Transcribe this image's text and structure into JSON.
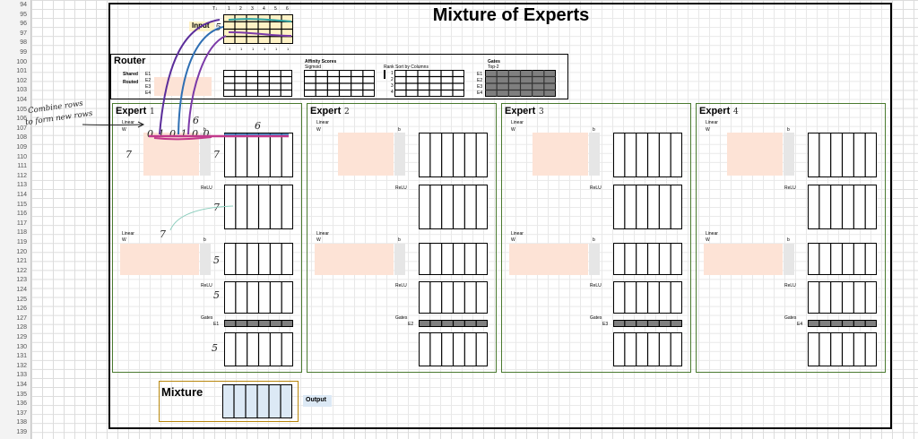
{
  "row_numbers": [
    "94",
    "95",
    "96",
    "97",
    "98",
    "99",
    "100",
    "101",
    "102",
    "103",
    "104",
    "105",
    "106",
    "107",
    "108",
    "109",
    "110",
    "111",
    "112",
    "113",
    "114",
    "115",
    "116",
    "117",
    "118",
    "119",
    "120",
    "121",
    "122",
    "123",
    "124",
    "125",
    "126",
    "127",
    "128",
    "129",
    "130",
    "131",
    "132",
    "133",
    "134",
    "135",
    "136",
    "137",
    "138",
    "139"
  ],
  "title": "Mixture of Experts",
  "input": {
    "label": "Input",
    "header_corner": "T↓",
    "col_headers": [
      "1",
      "2",
      "3",
      "4",
      "5",
      "6"
    ],
    "bottom_ticks": [
      "1",
      "1",
      "1",
      "1",
      "1",
      "1"
    ],
    "hand_count": "5"
  },
  "router": {
    "title": "Router",
    "shared_label": "Shared",
    "routed_label": "Routed",
    "experts": [
      "E1",
      "E2",
      "E3",
      "E4"
    ],
    "affinity_label": "Affinity Scores",
    "affinity_sub": "Sigmoid",
    "rank_label": "Rank",
    "sort_label": "Sort by Columns",
    "rank_values": [
      "1",
      "2",
      "3",
      "4"
    ],
    "gates_label": "Gates",
    "gates_sub": "Top-2",
    "gates_experts": [
      "E1",
      "E2",
      "E3",
      "E4"
    ]
  },
  "experts": [
    {
      "title": "Expert",
      "number": "1",
      "gate": "E1"
    },
    {
      "title": "Expert",
      "number": "2",
      "gate": "E2"
    },
    {
      "title": "Expert",
      "number": "3",
      "gate": "E3"
    },
    {
      "title": "Expert",
      "number": "4",
      "gate": "E4"
    }
  ],
  "expert_labels": {
    "linear": "Linear",
    "w": "W",
    "b": "b",
    "relu": "ReLU",
    "gates": "Gates"
  },
  "annotations": {
    "combine_note_line1": "Combine rows",
    "combine_note_line2": "to form new rows",
    "bits": "0 1 0 1 0 0",
    "n6a": "6",
    "n6b": "6",
    "n7a": "7",
    "n7b": "7",
    "n7c": "7",
    "n7d": "7",
    "n5a": "5",
    "n5b": "5",
    "n5c": "5"
  },
  "mixture": {
    "title": "Mixture",
    "output_label": "Output"
  },
  "colors": {
    "expert_border": "#4a7a2f",
    "mixture_border": "#b8860b",
    "peach": "#fde3d6",
    "input_fill": "#fff2c6",
    "output_fill": "#dce9f5",
    "gate_fill": "#7f7f7f",
    "input_label_fill": "#fff2c6",
    "output_label_fill": "#dce9f5"
  }
}
